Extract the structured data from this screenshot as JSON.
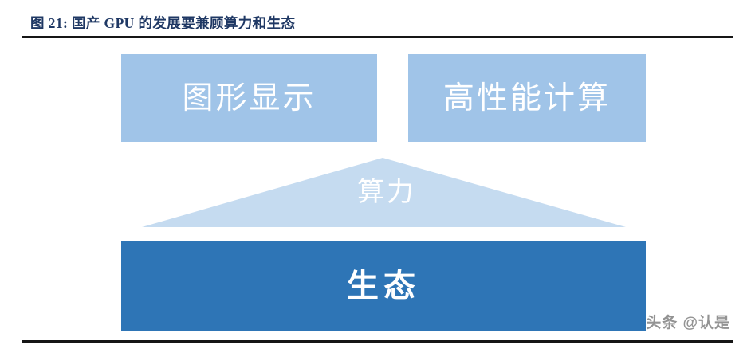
{
  "figure": {
    "title": "图 21: 国产 GPU 的发展要兼顾算力和生态",
    "title_color": "#1F3864",
    "rule_color": "#161616"
  },
  "diagram": {
    "type": "pyramid-layer-diagram",
    "top_blocks": [
      {
        "label": "图形显示",
        "color": "#A0C4E8",
        "text_color": "#FFFFFF"
      },
      {
        "label": "高性能计算",
        "color": "#A0C4E8",
        "text_color": "#FFFFFF"
      }
    ],
    "middle_shape": {
      "label": "算力",
      "shape": "triangle",
      "color": "#C5DBF0",
      "text_color": "#FFFFFF"
    },
    "base_block": {
      "label": "生态",
      "color": "#2E75B6",
      "text_color": "#FFFFFF"
    }
  },
  "watermark": {
    "text": "头条 @认是",
    "color": "#8A8A8A"
  }
}
